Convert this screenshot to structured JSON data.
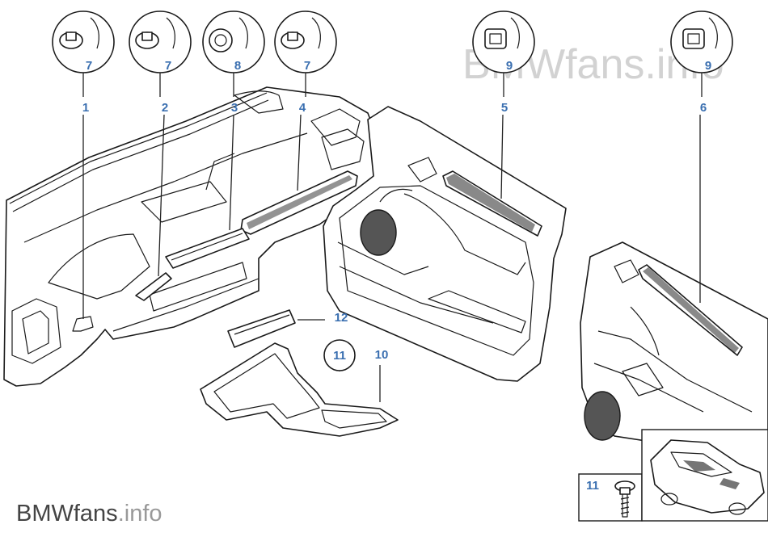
{
  "watermark": {
    "brand": "BMWfans",
    "suffix": ".info"
  },
  "callouts": {
    "c1": "1",
    "c2": "2",
    "c3": "3",
    "c4": "4",
    "c5": "5",
    "c6": "6",
    "d7a": "7",
    "d7b": "7",
    "d8": "8",
    "d7c": "7",
    "d9a": "9",
    "d9b": "9",
    "c10": "10",
    "c11": "11",
    "c11b": "11",
    "c12": "12"
  },
  "colors": {
    "callout": "#3a6fb0",
    "line": "#1a1a1a",
    "watermark": "#d2d2d2"
  }
}
